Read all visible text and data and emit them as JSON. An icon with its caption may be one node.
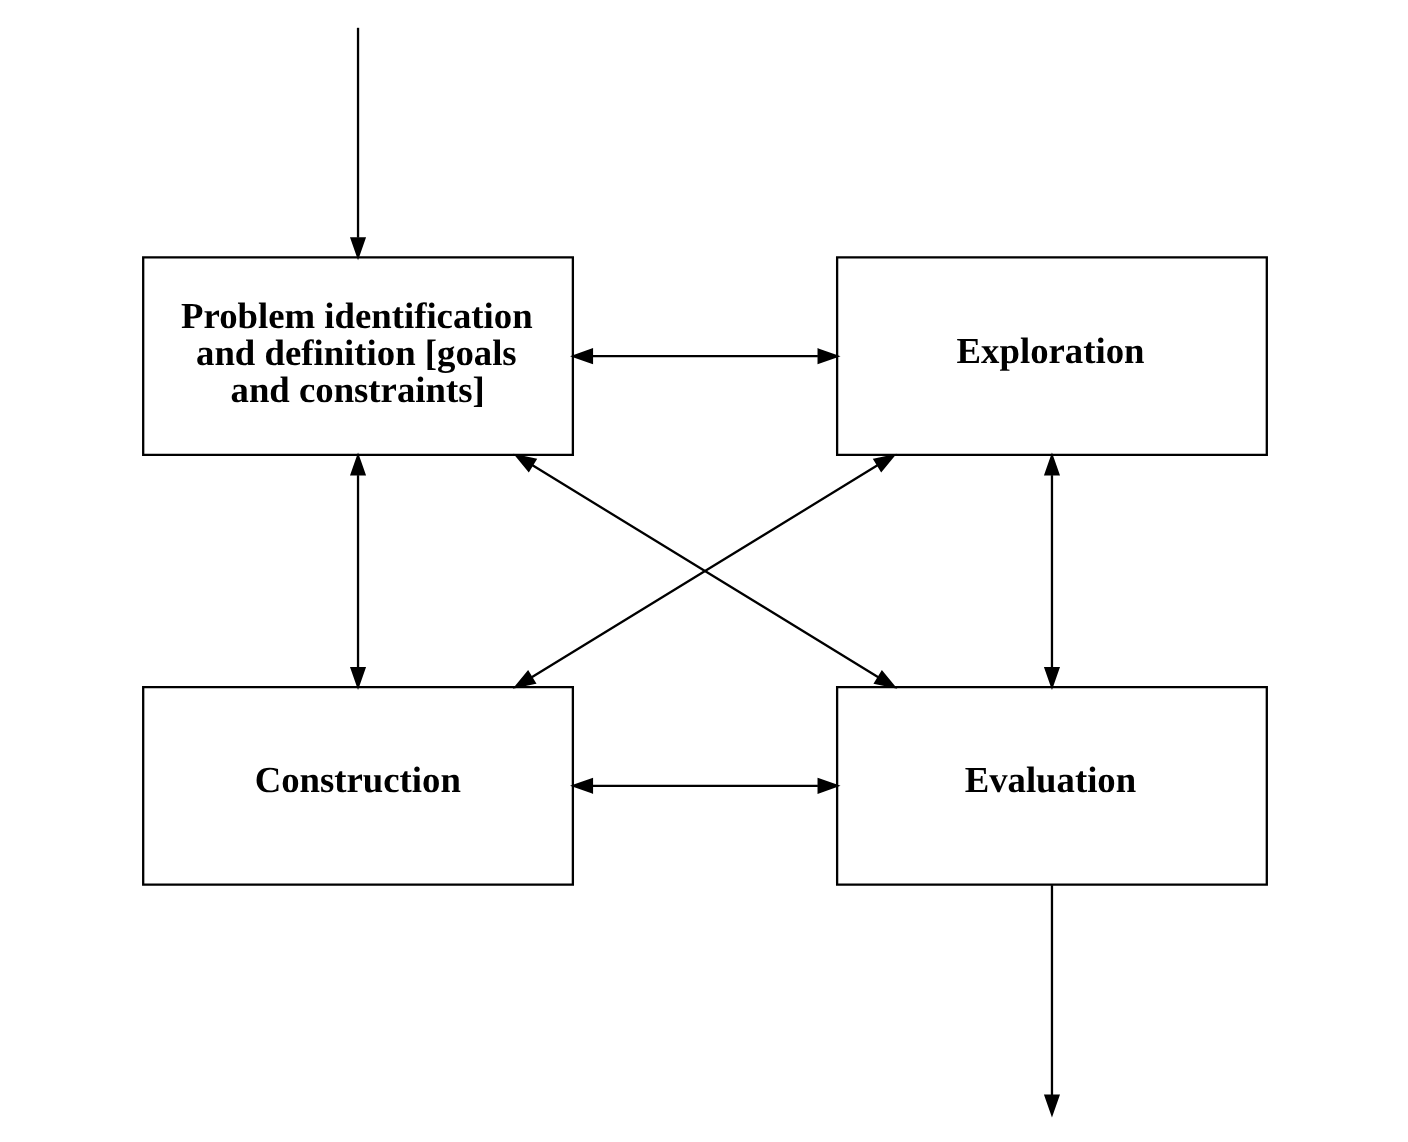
{
  "diagram": {
    "nodes": [
      {
        "text": [
          "Problem identification and definition [goals and constraints]"
        ]
      },
      {
        "text": [
          "Exploration"
        ]
      },
      {
        "text": [
          "Construction"
        ]
      },
      {
        "text": [
          "Evaluation"
        ]
      }
    ],
    "edges": [
      {
        "from": null,
        "to": 0,
        "arrow": "to"
      },
      {
        "from": 0,
        "to": 1,
        "arrow": "both"
      },
      {
        "from": 0,
        "to": 2,
        "arrow": "both"
      },
      {
        "from": 1,
        "to": 3,
        "arrow": "both"
      },
      {
        "from": 0,
        "to": 3,
        "arrow": "both"
      },
      {
        "from": 1,
        "to": 2,
        "arrow": "both"
      },
      {
        "from": 2,
        "to": 3,
        "arrow": "both"
      },
      {
        "from": 3,
        "to": null,
        "arrow": "to"
      }
    ]
  }
}
